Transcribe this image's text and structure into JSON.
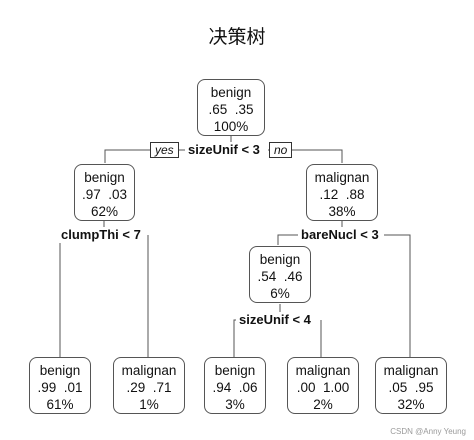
{
  "title": "决策树",
  "watermark": "CSDN @Anny Yeung",
  "edge_labels": {
    "yes": "yes",
    "no": "no"
  },
  "nodes": [
    {
      "id": "root",
      "label": "benign",
      "probs": ".65  .35",
      "pct": "100%"
    },
    {
      "id": "n2",
      "label": "benign",
      "probs": ".97  .03",
      "pct": "62%"
    },
    {
      "id": "n3",
      "label": "malignan",
      "probs": ".12  .88",
      "pct": "38%"
    },
    {
      "id": "n6",
      "label": "benign",
      "probs": ".54  .46",
      "pct": "6%"
    },
    {
      "id": "l1",
      "label": "benign",
      "probs": ".99  .01",
      "pct": "61%"
    },
    {
      "id": "l2",
      "label": "malignan",
      "probs": ".29  .71",
      "pct": "1%"
    },
    {
      "id": "l3",
      "label": "benign",
      "probs": ".94  .06",
      "pct": "3%"
    },
    {
      "id": "l4",
      "label": "malignan",
      "probs": ".00  1.00",
      "pct": "2%"
    },
    {
      "id": "l5",
      "label": "malignan",
      "probs": ".05  .95",
      "pct": "32%"
    }
  ],
  "splits": {
    "root": "sizeUnif < 3",
    "n2": "clumpThi < 7",
    "n3": "bareNucl < 3",
    "n6": "sizeUnif < 4"
  }
}
